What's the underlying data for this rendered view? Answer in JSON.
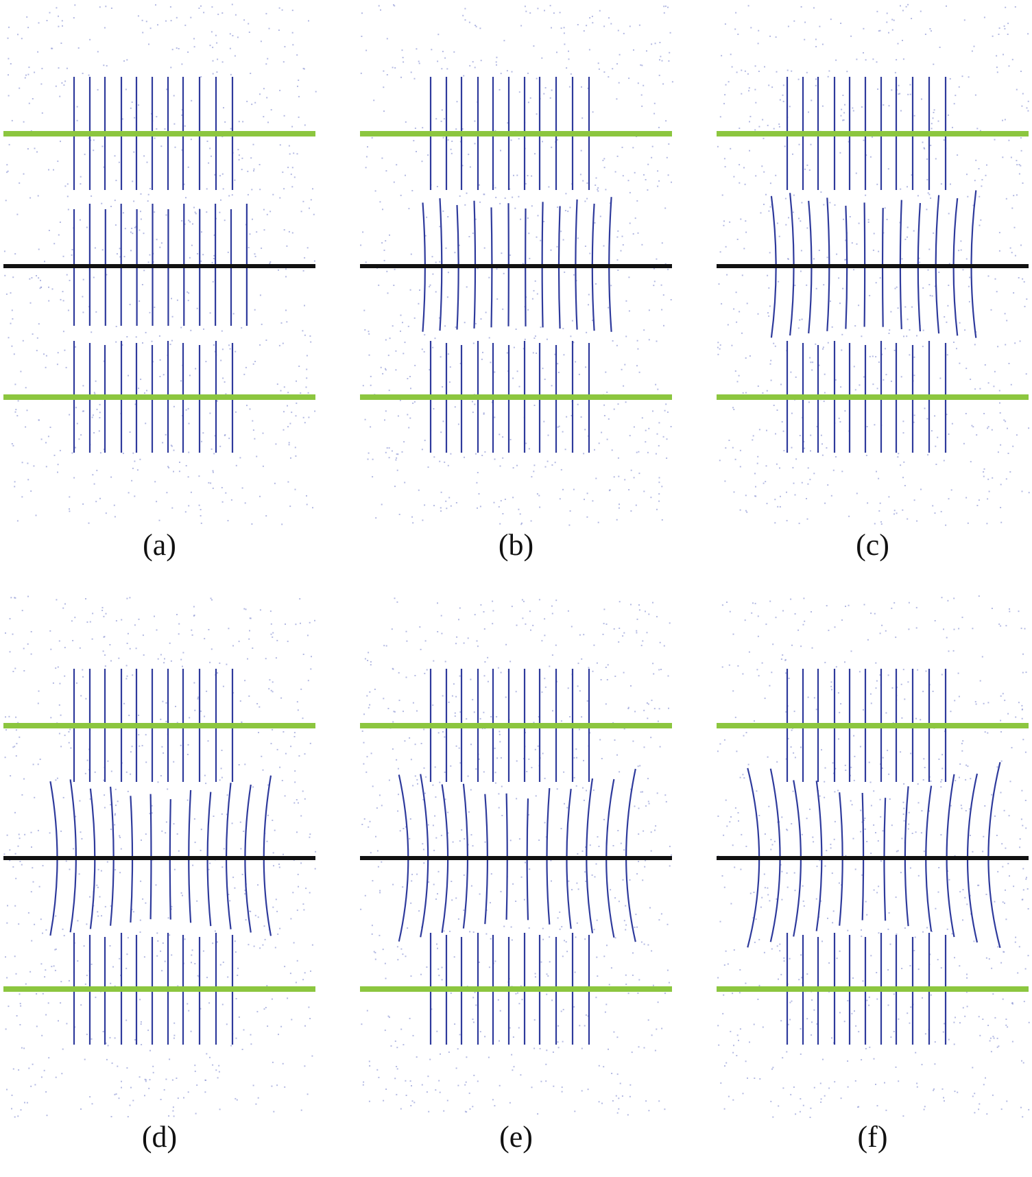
{
  "figure": {
    "panels": [
      {
        "label": "(a)",
        "deform": 0.0
      },
      {
        "label": "(b)",
        "deform": 0.2
      },
      {
        "label": "(c)",
        "deform": 0.4
      },
      {
        "label": "(d)",
        "deform": 0.6
      },
      {
        "label": "(e)",
        "deform": 0.8
      },
      {
        "label": "(f)",
        "deform": 1.0
      }
    ],
    "colors": {
      "rebar": "#2e3a9c",
      "boundary_line": "#8cc63f",
      "joint_line": "#111111",
      "particles": "#9aa2d8"
    }
  }
}
